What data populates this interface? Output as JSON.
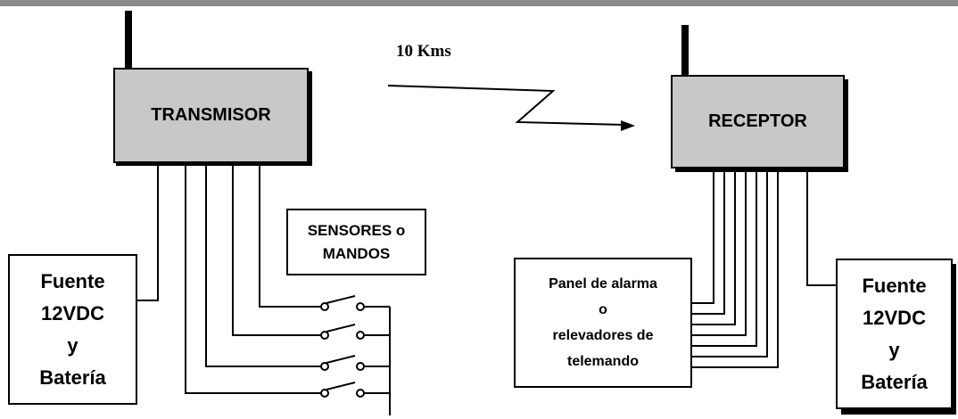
{
  "distance_label": "10 Kms",
  "transmitter": {
    "label": "TRANSMISOR"
  },
  "receiver": {
    "label": "RECEPTOR"
  },
  "sensors": {
    "line1": "SENSORES o",
    "line2": "MANDOS"
  },
  "left_power": {
    "line1": "Fuente",
    "line2": "12VDC",
    "line3": "y",
    "line4": "Batería"
  },
  "right_power": {
    "line1": "Fuente",
    "line2": "12VDC",
    "line3": "y",
    "line4": "Batería"
  },
  "alarm_panel": {
    "line1": "Panel de alarma",
    "line2": "o",
    "line3": "relevadores de",
    "line4": "telemando"
  },
  "colors": {
    "box_fill": "#c8c8c8",
    "top_bar": "#8c8c8c",
    "line": "#000000"
  }
}
